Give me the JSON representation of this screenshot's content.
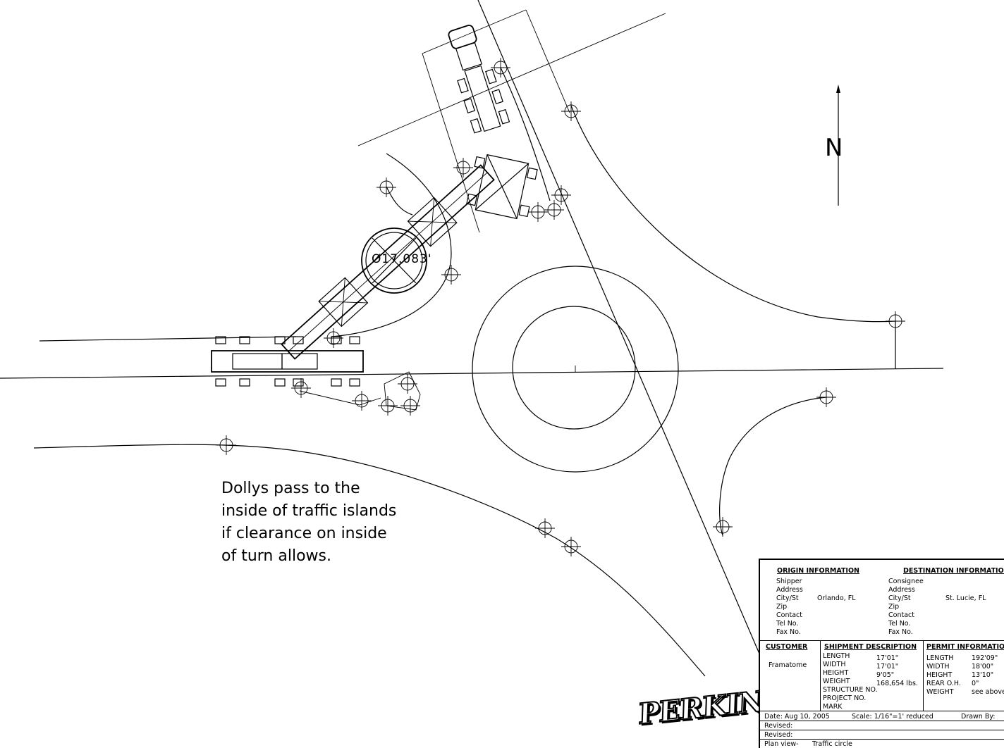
{
  "note": {
    "lines": [
      "Dollys pass to the",
      "inside of traffic islands",
      "if clearance on inside",
      "of turn allows."
    ]
  },
  "north_label": "N",
  "dimension_label": "Ø17.083'",
  "logo_text": "PERKINS",
  "title_block": {
    "origin": {
      "header": "ORIGIN INFORMATION",
      "labels": [
        "Shipper",
        "Address",
        "City/St",
        "Zip",
        "Contact",
        "Tel No.",
        "Fax No."
      ],
      "city": "Orlando, FL"
    },
    "destination": {
      "header": "DESTINATION INFORMATION",
      "labels": [
        "Consignee",
        "Address",
        "City/St",
        "Zip",
        "Contact",
        "Tel No.",
        "Fax No."
      ],
      "city": "St. Lucie, FL"
    },
    "customer": {
      "header": "CUSTOMER",
      "name": "Framatome"
    },
    "shipment": {
      "header": "SHIPMENT DESCRIPTION",
      "labels": [
        "LENGTH",
        "WIDTH",
        "HEIGHT",
        "WEIGHT",
        "STRUCTURE NO.",
        "PROJECT NO.",
        "MARK"
      ],
      "values": [
        "17'01\"",
        "17'01\"",
        "9'05\"",
        "168,654  lbs."
      ]
    },
    "permit": {
      "header": "PERMIT INFORMATION",
      "labels": [
        "LENGTH",
        "WIDTH",
        "HEIGHT",
        "REAR O.H.",
        "WEIGHT"
      ],
      "values": [
        "192'09\"",
        "18'00\"",
        "13'10\"",
        "0\"",
        "see above"
      ]
    },
    "date": "Date: Aug 10, 2005",
    "scale": "Scale: 1/16\"=1' reduced",
    "drawn_by": "Drawn By:",
    "revised_1": "Revised:",
    "revised_2": "Revised:",
    "plan_view": "Plan view-",
    "plan_title": "Traffic circle"
  }
}
